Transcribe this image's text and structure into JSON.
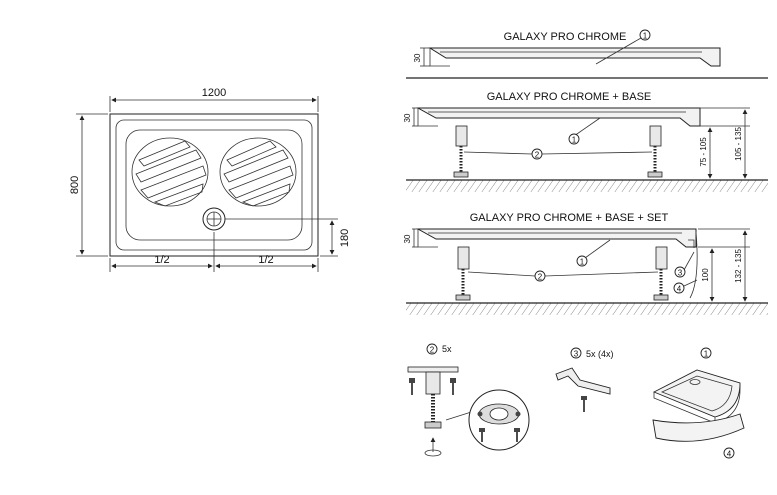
{
  "plan": {
    "width_label": "1200",
    "height_label": "800",
    "half_left_label": "1/2",
    "half_right_label": "1/2",
    "drain_offset_label": "180"
  },
  "elevations": [
    {
      "title": "GALAXY PRO CHROME",
      "thickness_label": "30",
      "callouts": [
        "1"
      ]
    },
    {
      "title": "GALAXY PRO CHROME + BASE",
      "thickness_label": "30",
      "callouts": [
        "1",
        "2"
      ],
      "leg_range_label": "75 - 105",
      "total_range_label": "105 - 135"
    },
    {
      "title": "GALAXY PRO CHROME + BASE + SET",
      "thickness_label": "30",
      "callouts": [
        "1",
        "2",
        "3",
        "4"
      ],
      "leg_label": "100",
      "total_range_label": "132 - 135"
    }
  ],
  "parts": {
    "leg": {
      "number": "2",
      "qty": "5x"
    },
    "bracket": {
      "number": "3",
      "qty": "5x (4x)"
    },
    "tray": {
      "number": "1"
    },
    "panel": {
      "number": "4"
    }
  }
}
